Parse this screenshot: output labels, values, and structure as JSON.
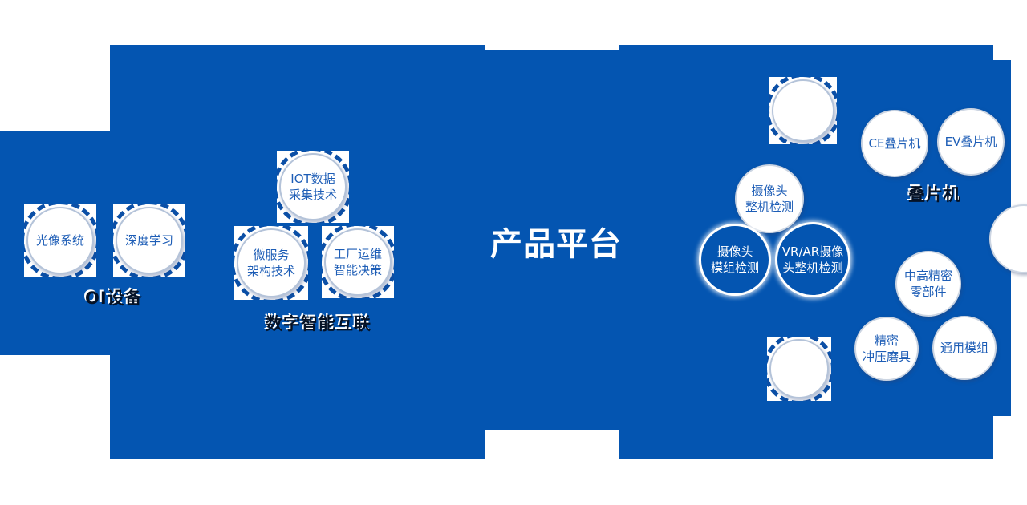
{
  "title": "产品平台",
  "group_labels": {
    "left": "OI设备",
    "middle": "数字智能互联",
    "right": "叠片机"
  },
  "circles": {
    "optical_system": {
      "lines": [
        "光像系统"
      ]
    },
    "deep_learning": {
      "lines": [
        "深度学习"
      ]
    },
    "iot_data": {
      "lines": [
        "IOT数据",
        "采集技术"
      ]
    },
    "microservice": {
      "lines": [
        "微服务",
        "架构技术"
      ]
    },
    "factory_ops": {
      "lines": [
        "工厂运维",
        "智能决策"
      ]
    },
    "camera_complete_test": {
      "lines": [
        "摄像头",
        "整机检测"
      ]
    },
    "camera_module_test": {
      "lines": [
        "摄像头",
        "模组检测"
      ]
    },
    "vrar_camera_test": {
      "lines": [
        "VR/AR摄像",
        "头整机检测"
      ]
    },
    "ce_stacker": {
      "lines": [
        "CE叠片机"
      ]
    },
    "ev_stacker": {
      "lines": [
        "EV叠片机"
      ]
    },
    "precision_parts": {
      "lines": [
        "中高精密",
        "零部件"
      ]
    },
    "stamping_dies": {
      "lines": [
        "精密",
        "冲压磨具"
      ]
    },
    "general_module": {
      "lines": [
        "通用模组"
      ]
    }
  },
  "colors": {
    "background_blue": "#0455b1",
    "circle_text_blue": "#1d5db6",
    "label_dark": "#051226",
    "white": "#ffffff"
  }
}
